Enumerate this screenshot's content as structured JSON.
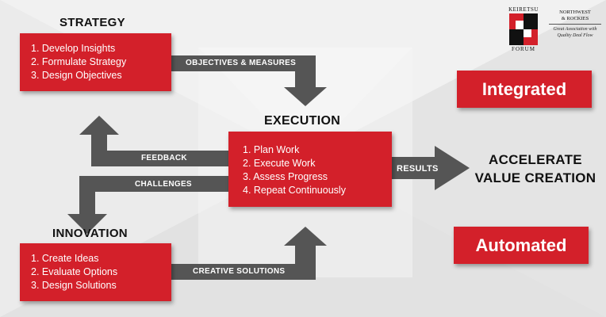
{
  "strategy": {
    "title": "STRATEGY",
    "items": [
      "1. Develop Insights",
      "2. Formulate Strategy",
      "3. Design Objectives"
    ]
  },
  "execution": {
    "title": "EXECUTION",
    "items": [
      "1. Plan Work",
      "2. Execute Work",
      "3. Assess Progress",
      "4. Repeat Continuously"
    ]
  },
  "innovation": {
    "title": "INNOVATION",
    "items": [
      "1. Create Ideas",
      "2. Evaluate Options",
      "3. Design Solutions"
    ]
  },
  "arrows": {
    "objectives": "OBJECTIVES & MEASURES",
    "feedback": "FEEDBACK",
    "challenges": "CHALLENGES",
    "results": "RESULTS",
    "creative": "CREATIVE SOLUTIONS"
  },
  "outcome": {
    "line1": "ACCELERATE",
    "line2": "VALUE CREATION"
  },
  "badges": {
    "integrated": "Integrated",
    "automated": "Automated"
  },
  "logo": {
    "top": "KEIRETSU",
    "bottom": "FORUM",
    "chapter_line1": "NORTHWEST",
    "chapter_line2": "& ROCKIES",
    "tagline_line1": "Great Association with",
    "tagline_line2": "Quality Deal Flow"
  },
  "colors": {
    "red": "#d3202a",
    "arrow_gray": "#555555",
    "text_dark": "#111111"
  }
}
